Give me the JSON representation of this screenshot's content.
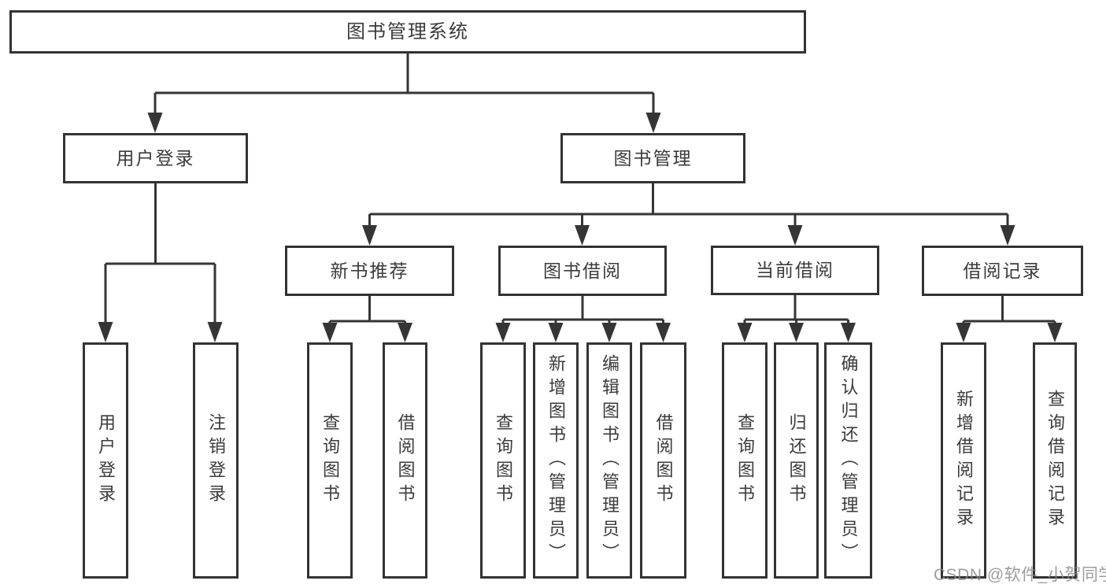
{
  "diagram": {
    "root": {
      "label": "图书管理系统"
    },
    "branches": [
      {
        "label": "用户登录",
        "children": [
          {
            "label": "用户登录"
          },
          {
            "label": "注销登录"
          }
        ]
      },
      {
        "label": "图书管理",
        "children": [
          {
            "label": "新书推荐",
            "children": [
              {
                "label": "查询图书"
              },
              {
                "label": "借阅图书"
              }
            ]
          },
          {
            "label": "图书借阅",
            "children": [
              {
                "label": "查询图书"
              },
              {
                "label": "新增图书（管理员）"
              },
              {
                "label": "编辑图书（管理员）"
              },
              {
                "label": "借阅图书"
              }
            ]
          },
          {
            "label": "当前借阅",
            "children": [
              {
                "label": "查询图书"
              },
              {
                "label": "归还图书"
              },
              {
                "label": "确认归还（管理员）"
              }
            ]
          },
          {
            "label": "借阅记录",
            "children": [
              {
                "label": "新增借阅记录"
              },
              {
                "label": "查询借阅记录"
              }
            ]
          }
        ]
      }
    ]
  },
  "watermark": {
    "text": "CSDN @软件_小贺同学"
  },
  "colors": {
    "line": "#353535",
    "border": "#333333",
    "text": "#3b3b3b",
    "watermark_gray": "#878787",
    "background": "#ffffff"
  }
}
